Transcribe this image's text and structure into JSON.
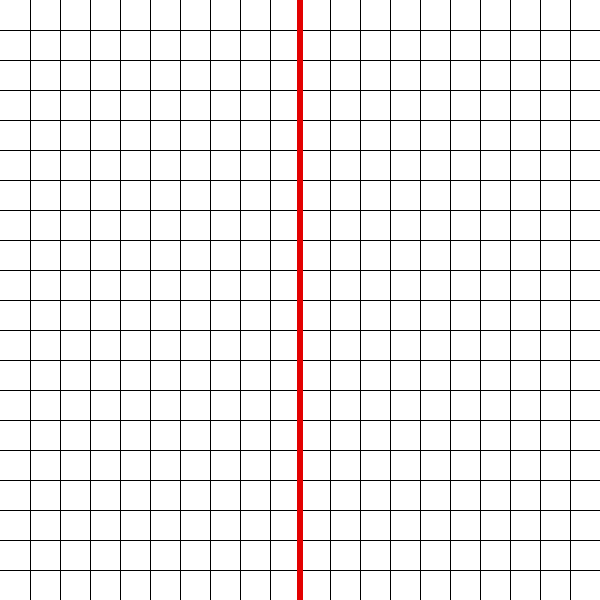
{
  "grid": {
    "columns": 20,
    "rows": 20,
    "line_color": "#000000",
    "background_color": "#ffffff"
  },
  "marker": {
    "orientation": "vertical",
    "color": "#e30000",
    "column_boundary": 10
  }
}
